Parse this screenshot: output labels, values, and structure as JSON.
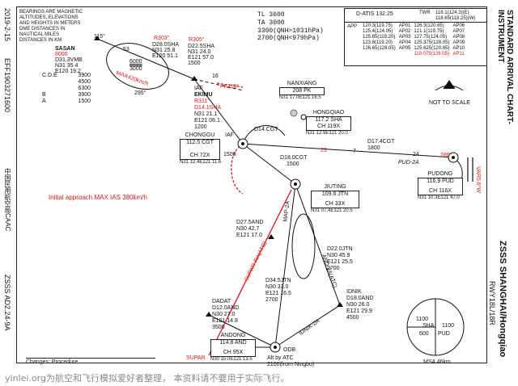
{
  "colors": {
    "route_red": "#d41a1a",
    "ink": "#111111",
    "gray": "#888888"
  },
  "left_margin": {
    "date": "2019-2-15",
    "eff": "EFF1903271600",
    "authority": "中国民用航空局CAAC",
    "chart_code": "ZSSS AD2.24-9A"
  },
  "header": {
    "note": "BEARINGS ARE MAGNETIC ALTITUDES, ELEVATIONS AND HEIGHTS IN METERS DME DISTANCES IN NAUTICAL MILES DISTANCES IN KM",
    "tl": "TL 3600",
    "ta": "TA 3000",
    "tl_line1": "3300(QNH>1031hPa)",
    "tl_line2": "2700(QNH<979hPa)",
    "datis": "D-ATIS 132.25",
    "twr_label": "TWR",
    "twr_freq": "118.1(124.3)(E)",
    "twr_freq2": "118.65(118.25)(W)",
    "app_label": "APP",
    "app_rows": [
      [
        "120.3(119.75)",
        "AP01",
        "126.3(120.65)",
        "AP06"
      ],
      [
        "125.4(124.05)",
        "AP02",
        "121.1(119.75)",
        "AP07"
      ],
      [
        "125.85(119.20)",
        "AP03",
        "127.75(124.05)",
        "AP08"
      ],
      [
        "123.8(119.20)",
        "AP04",
        "125.375(128.05)",
        "AP09"
      ],
      [
        "126.65(128.05)",
        "AP05",
        "125.625(120.85)",
        "AP10"
      ],
      [
        "",
        "",
        "119.075(128.05)",
        "AP11"
      ]
    ]
  },
  "title": {
    "chart_type": "STANDARD ARRIVAL CHART-INSTRUMENT",
    "airport": "ZSSS SHANGHAI/Hongqiao",
    "runways": "RWY18L/18R"
  },
  "north": {
    "label": "NOT TO SCALE"
  },
  "sasan_info": {
    "name": "SASAN",
    "lines": [
      "D31.3VMB",
      "N31 35.4",
      "E120 19.2"
    ],
    "red": "8000"
  },
  "cde_table": {
    "rows": [
      [
        "C.D.E",
        "3900"
      ],
      [
        "",
        "4500"
      ],
      [
        "",
        "6300"
      ],
      [
        "B",
        "3900"
      ],
      [
        "A",
        "1500"
      ]
    ]
  },
  "holding": {
    "alt1": "6000",
    "alt2": "3000",
    "speed": "MAX420km/h",
    "inbound": "115°",
    "outbound": "295°",
    "seg": "53"
  },
  "fix_r303": {
    "label": "R303°",
    "lines": [
      "D28.0SHA",
      "N31 25.8",
      "E120 51.1"
    ]
  },
  "fix_r305": {
    "label": "R305°",
    "lines": [
      "D22.5SHA",
      "N31 24.0",
      "E121 57.0",
      "1500"
    ]
  },
  "iaf_ekimu": {
    "title": "IAF",
    "name": "EKIMU",
    "red1": "R311°",
    "red2": "D14.1SHA",
    "lines": [
      "N31 21.1",
      "E121 06.1",
      "1200"
    ],
    "dist": "16",
    "pk": "PK115°"
  },
  "nanxiang": {
    "name": "NANXIANG",
    "freq": "208 PK",
    "coord": "N31 17.0E121 16.5"
  },
  "hongqiao": {
    "name": "HONGQIAO",
    "freq": "117.2 SHA",
    "ch": "CH 119X",
    "coord": "N31 12.9E121 20.0"
  },
  "chonggu": {
    "name": "CHONGGU",
    "freq": "112.5 CGT",
    "ch": "CH 72X",
    "coord": "N31 12.4E121 11.6"
  },
  "iaf_left": {
    "title": "IAF",
    "alt": "1500"
  },
  "d14cgt": {
    "label": "D14.CGT"
  },
  "d18cgt": {
    "label": "D18.0CGT",
    "alt": "1500"
  },
  "d174cgt": {
    "label": "D17.4CGT",
    "alt": "1800"
  },
  "pud_route": {
    "label": "PUD-2A",
    "dist1": "24",
    "dist2": "7",
    "dist3": "23",
    "bearing": "280°"
  },
  "pudong": {
    "name": "PUDONG",
    "freq": "116.9 PUD",
    "ch": "CH 116X",
    "coord": "N31 10.3E121 47.0"
  },
  "vars": {
    "text": "VAR5.6°W"
  },
  "approach_note": {
    "text": "Initial approach MAX IAS 380km/h"
  },
  "jiuting": {
    "name": "JIUTING",
    "freq": "109.6 JTN",
    "ch": "CH 33X",
    "coord": "N31 07.4E121 20.5"
  },
  "d275and": {
    "label": "D27.5AND",
    "lines": [
      "N30 42.7",
      "E121 17.0"
    ]
  },
  "d220jtn": {
    "label": "D22.0JTN",
    "lines": [
      "N30 45.9",
      "E121 25.5",
      "2700"
    ]
  },
  "d345jtn": {
    "label": "D34.5JTN",
    "lines": [
      "N30 33.0",
      "E121 16.5",
      "2700"
    ]
  },
  "dadat": {
    "name": "DADAT",
    "label": "D12.0AND",
    "lines": [
      "N30 27.0",
      "E121 14.8",
      "3500"
    ]
  },
  "idnik": {
    "name": "IDNIK",
    "label": "D18.0AND",
    "lines": [
      "N30 26.0",
      "E121 29.9",
      "4500"
    ]
  },
  "andong": {
    "name": "ANDONG",
    "freq": "114.8 AND",
    "ch": "CH 95X",
    "coord": "N30 15.0E121 13.5"
  },
  "bottom": {
    "supar": "SUPAR",
    "odb": "ODB",
    "alt_atc": "Alt by ATC",
    "alt2100": "2100(from Ningbo)",
    "changes": "Changes: Procedure."
  },
  "route_labels": {
    "supar_route": "SUPAR-RA(ATC)",
    "map": "MAP-2A",
    "and_route": "AND-2A(ATC)",
    "idnik_route": "IDNIK-2A"
  },
  "msa": {
    "label": "MSA 46km",
    "values": [
      "1100",
      "600",
      "1100"
    ],
    "sha": "SHA",
    "pud": "PUD"
  },
  "watermark": {
    "text": "yinlei.org为航空和飞行模拟爱好者整理， 本资料请不要用于实际飞行。"
  }
}
